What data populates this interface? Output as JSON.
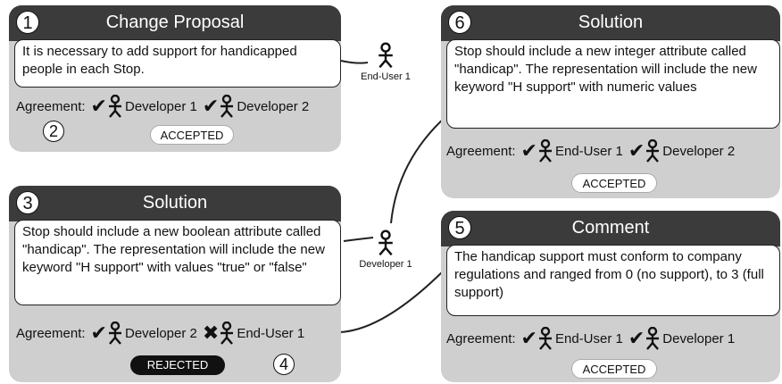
{
  "cards": {
    "c1": {
      "number": "1",
      "title": "Change Proposal",
      "body": "It is necessary to add support for handicapped people in each Stop.",
      "agreement_label": "Agreement:",
      "parties": [
        {
          "mark": "✔",
          "name": "Developer 1"
        },
        {
          "mark": "✔",
          "name": "Developer 2"
        }
      ],
      "status": "ACCEPTED"
    },
    "c3": {
      "number": "3",
      "title": "Solution",
      "body": "Stop should include a new boolean attribute called \"handicap\". The representation will include the new keyword \"H support\" with values \"true\" or \"false\"",
      "agreement_label": "Agreement:",
      "parties": [
        {
          "mark": "✔",
          "name": "Developer 2"
        },
        {
          "mark": "✖",
          "name": "End-User 1"
        }
      ],
      "status": "REJECTED"
    },
    "c6": {
      "number": "6",
      "title": "Solution",
      "body": "Stop should include a new integer attribute called \"handicap\". The representation will include the new keyword \"H support\" with numeric values",
      "agreement_label": "Agreement:",
      "parties": [
        {
          "mark": "✔",
          "name": "End-User 1"
        },
        {
          "mark": "✔",
          "name": "Developer 2"
        }
      ],
      "status": "ACCEPTED"
    },
    "c5": {
      "number": "5",
      "title": "Comment",
      "body": "The handicap support must conform to company regulations and ranged from 0 (no support), to 3 (full support)",
      "agreement_label": "Agreement:",
      "parties": [
        {
          "mark": "✔",
          "name": "End-User 1"
        },
        {
          "mark": "✔",
          "name": "Developer 1"
        }
      ],
      "status": "ACCEPTED"
    }
  },
  "callouts": {
    "n2": "2",
    "n4": "4"
  },
  "actors": {
    "enduser": "End-User 1",
    "developer": "Developer 1"
  }
}
